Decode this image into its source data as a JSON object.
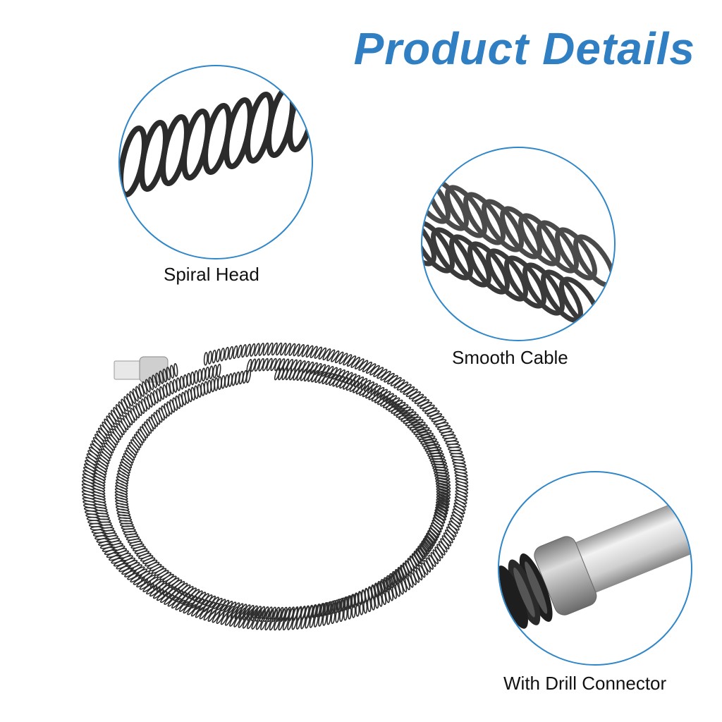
{
  "title": "Product Details",
  "accent_color": "#2f7fc2",
  "details": [
    {
      "label": "Spiral Head",
      "image": "spiral-head-closeup"
    },
    {
      "label": "Smooth Cable",
      "image": "smooth-cable-closeup"
    },
    {
      "label": "With Drill Connector",
      "image": "drill-connector-closeup"
    }
  ],
  "main_image": "coiled-drain-cable"
}
